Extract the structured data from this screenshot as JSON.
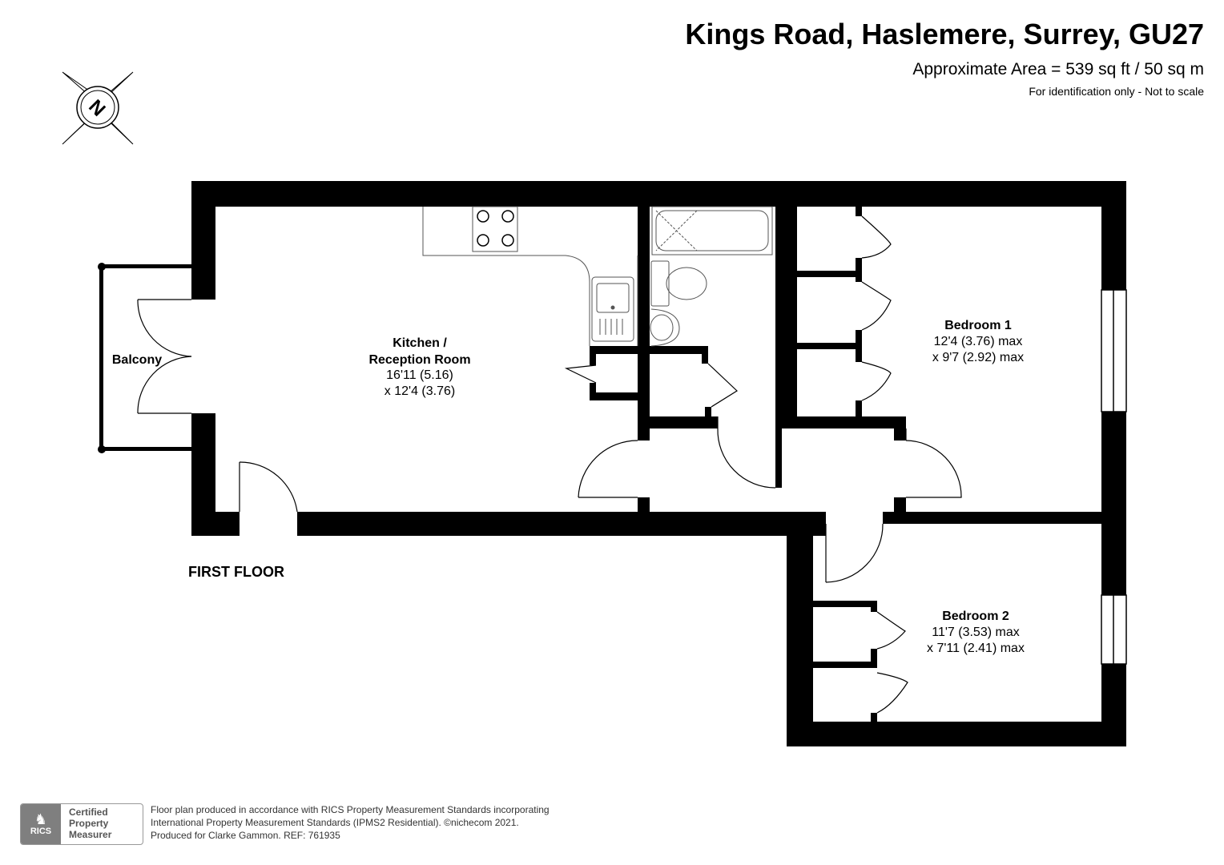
{
  "header": {
    "title": "Kings Road, Haslemere, Surrey, GU27",
    "area": "Approximate Area = 539 sq ft / 50 sq m",
    "scale_note": "For identification only - Not to scale"
  },
  "compass": {
    "letter": "N",
    "icon": "compass-icon"
  },
  "rooms": {
    "balcony": {
      "name": "Balcony"
    },
    "kitchen": {
      "name_1": "Kitchen /",
      "name_2": "Reception Room",
      "dim_1": "16'11 (5.16)",
      "dim_2": "x 12'4 (3.76)"
    },
    "bedroom1": {
      "name": "Bedroom 1",
      "dim_1": "12'4 (3.76) max",
      "dim_2": "x 9'7 (2.92) max"
    },
    "bedroom2": {
      "name": "Bedroom 2",
      "dim_1": "11'7 (3.53) max",
      "dim_2": "x 7'11 (2.41) max"
    }
  },
  "floor_label": "FIRST FLOOR",
  "badge": {
    "org": "RICS",
    "line_1": "Certified",
    "line_2": "Property",
    "line_3": "Measurer"
  },
  "footer": {
    "line_1": "Floor plan produced in accordance with RICS Property Measurement Standards incorporating",
    "line_2": "International Property Measurement Standards (IPMS2 Residential).  ©nichecom 2021.",
    "line_3": "Produced for Clarke Gammon.   REF: 761935"
  }
}
